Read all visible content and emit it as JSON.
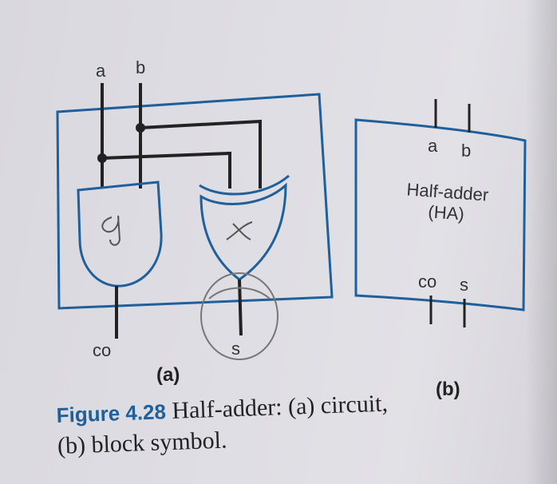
{
  "circuit": {
    "input_a": "a",
    "input_b": "b",
    "output_co": "co",
    "output_s": "s",
    "sublabel": "(a)"
  },
  "block": {
    "input_a": "a",
    "input_b": "b",
    "title_line1": "Half-adder",
    "title_line2": "(HA)",
    "output_co": "co",
    "output_s": "s",
    "sublabel": "(b)"
  },
  "caption": {
    "figure_label": "Figure 4.28",
    "text_line1": " Half-adder: (a) circuit,",
    "text_line2": "(b) block symbol."
  },
  "colors": {
    "accent_blue": "#1e5f9c",
    "wire": "#222222",
    "pencil": "#555555"
  }
}
